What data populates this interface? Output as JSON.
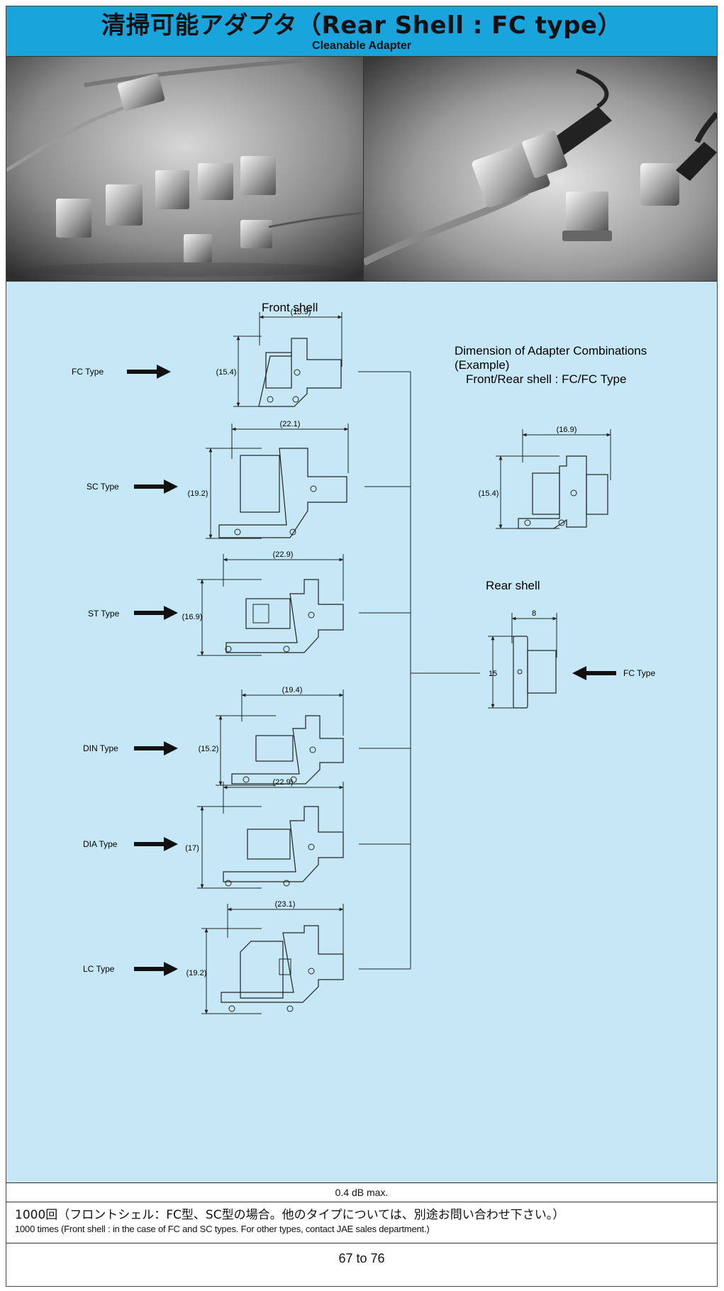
{
  "header": {
    "title": "清掃可能アダプタ（Rear Shell : FC type）",
    "subtitle": "Cleanable Adapter"
  },
  "diagram": {
    "front_shell_label": "Front shell",
    "rear_shell_label": "Rear shell",
    "combo": {
      "line1": "Dimension of Adapter Combinations",
      "line2": "(Example)",
      "line3": "Front/Rear shell : FC/FC Type",
      "width_dim": "(16.9)",
      "height_dim": "(15.4)"
    },
    "front_types": [
      {
        "label": "FC Type",
        "width_dim": "(15.9)",
        "height_dim": "(15.4)"
      },
      {
        "label": "SC Type",
        "width_dim": "(22.1)",
        "height_dim": "(19.2)"
      },
      {
        "label": "ST Type",
        "width_dim": "(22.9)",
        "height_dim": "(16.9)"
      },
      {
        "label": "DIN Type",
        "width_dim": "(19.4)",
        "height_dim": "(15.2)"
      },
      {
        "label": "DIA Type",
        "width_dim": "(22.9)",
        "height_dim": "(17)"
      },
      {
        "label": "LC Type",
        "width_dim": "(23.1)",
        "height_dim": "(19.2)"
      }
    ],
    "rear": {
      "label": "FC Type",
      "width_dim": "8",
      "height_dim": "15"
    }
  },
  "specs": {
    "loss": "0.4 dB max.",
    "durability_jp": "1000回（フロントシェル：FC型、SC型の場合。他のタイプについては、別途お問い合わせ下さい。）",
    "durability_en": "1000 times (Front shell : in the case of FC and SC types. For other types, contact JAE sales department.)",
    "page_range": "67 to 76"
  }
}
